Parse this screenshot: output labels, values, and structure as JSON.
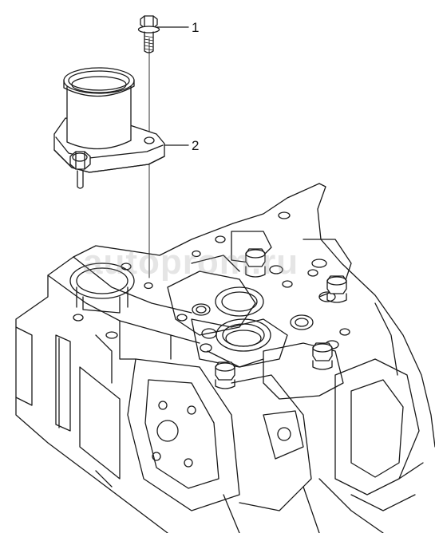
{
  "callouts": [
    {
      "id": "1",
      "label": "1",
      "part": "bolt"
    },
    {
      "id": "2",
      "label": "2",
      "part": "thermostat-housing"
    }
  ],
  "watermark": {
    "text": "autoprom.ru"
  },
  "colors": {
    "line": "#1a1a1a",
    "background": "#ffffff",
    "watermark": "#a0a0a0"
  }
}
